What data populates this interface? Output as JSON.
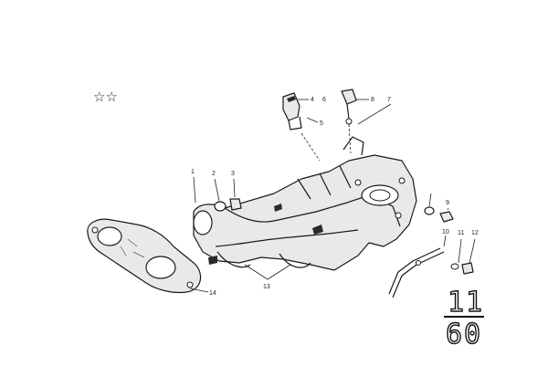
{
  "badges": {
    "stars": "☆☆"
  },
  "section": {
    "group": "11",
    "subgroup": "60"
  },
  "callouts": [
    {
      "id": "c1",
      "text": "1"
    },
    {
      "id": "c2",
      "text": "2"
    },
    {
      "id": "c3",
      "text": "3"
    },
    {
      "id": "c4",
      "text": "4"
    },
    {
      "id": "c5",
      "text": "5"
    },
    {
      "id": "c6",
      "text": "6"
    },
    {
      "id": "c7",
      "text": "7"
    },
    {
      "id": "c8",
      "text": "8"
    },
    {
      "id": "c9",
      "text": "9"
    },
    {
      "id": "c10",
      "text": "10"
    },
    {
      "id": "c11",
      "text": "11"
    },
    {
      "id": "c12",
      "text": "12"
    },
    {
      "id": "c13",
      "text": "13"
    },
    {
      "id": "c14",
      "text": "14"
    }
  ]
}
